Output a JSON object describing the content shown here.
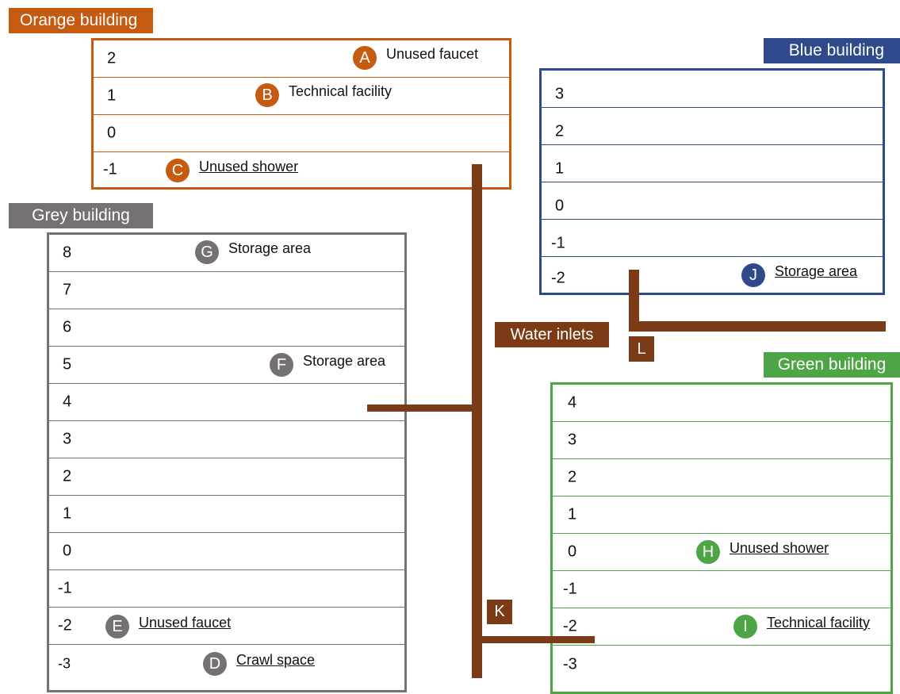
{
  "colors": {
    "orange": "#c55a11",
    "grey": "#767171",
    "blue": "#2f4a8a",
    "green": "#4ea545",
    "pipe": "#7a3b16"
  },
  "buildings": {
    "orange": {
      "title": "Orange building",
      "floors": [
        "2",
        "1",
        "0",
        "-1"
      ]
    },
    "blue": {
      "title": "Blue building",
      "floors": [
        "3",
        "2",
        "1",
        "0",
        "-1",
        "-2"
      ]
    },
    "grey": {
      "title": "Grey building",
      "floors": [
        "8",
        "7",
        "6",
        "5",
        "4",
        "3",
        "2",
        "1",
        "0",
        "-1",
        "-2",
        "-3"
      ]
    },
    "green": {
      "title": "Green building",
      "floors": [
        "4",
        "3",
        "2",
        "1",
        "0",
        "-1",
        "-2",
        "-3"
      ]
    }
  },
  "markers": {
    "A": {
      "letter": "A",
      "text": "Unused faucet"
    },
    "B": {
      "letter": "B",
      "text": "Technical facility"
    },
    "C": {
      "letter": "C",
      "text": "Unused shower"
    },
    "D": {
      "letter": "D",
      "text": "Crawl space"
    },
    "E": {
      "letter": "E",
      "text": "Unused faucet"
    },
    "F": {
      "letter": "F",
      "text": "Storage area"
    },
    "G": {
      "letter": "G",
      "text": "Storage area"
    },
    "H": {
      "letter": "H",
      "text": "Unused shower"
    },
    "I": {
      "letter": "I",
      "text": "Technical facility"
    },
    "J": {
      "letter": "J",
      "text": "Storage area"
    }
  },
  "pipes": {
    "label": "Water inlets",
    "inlet_k": "K",
    "inlet_l": "L"
  }
}
